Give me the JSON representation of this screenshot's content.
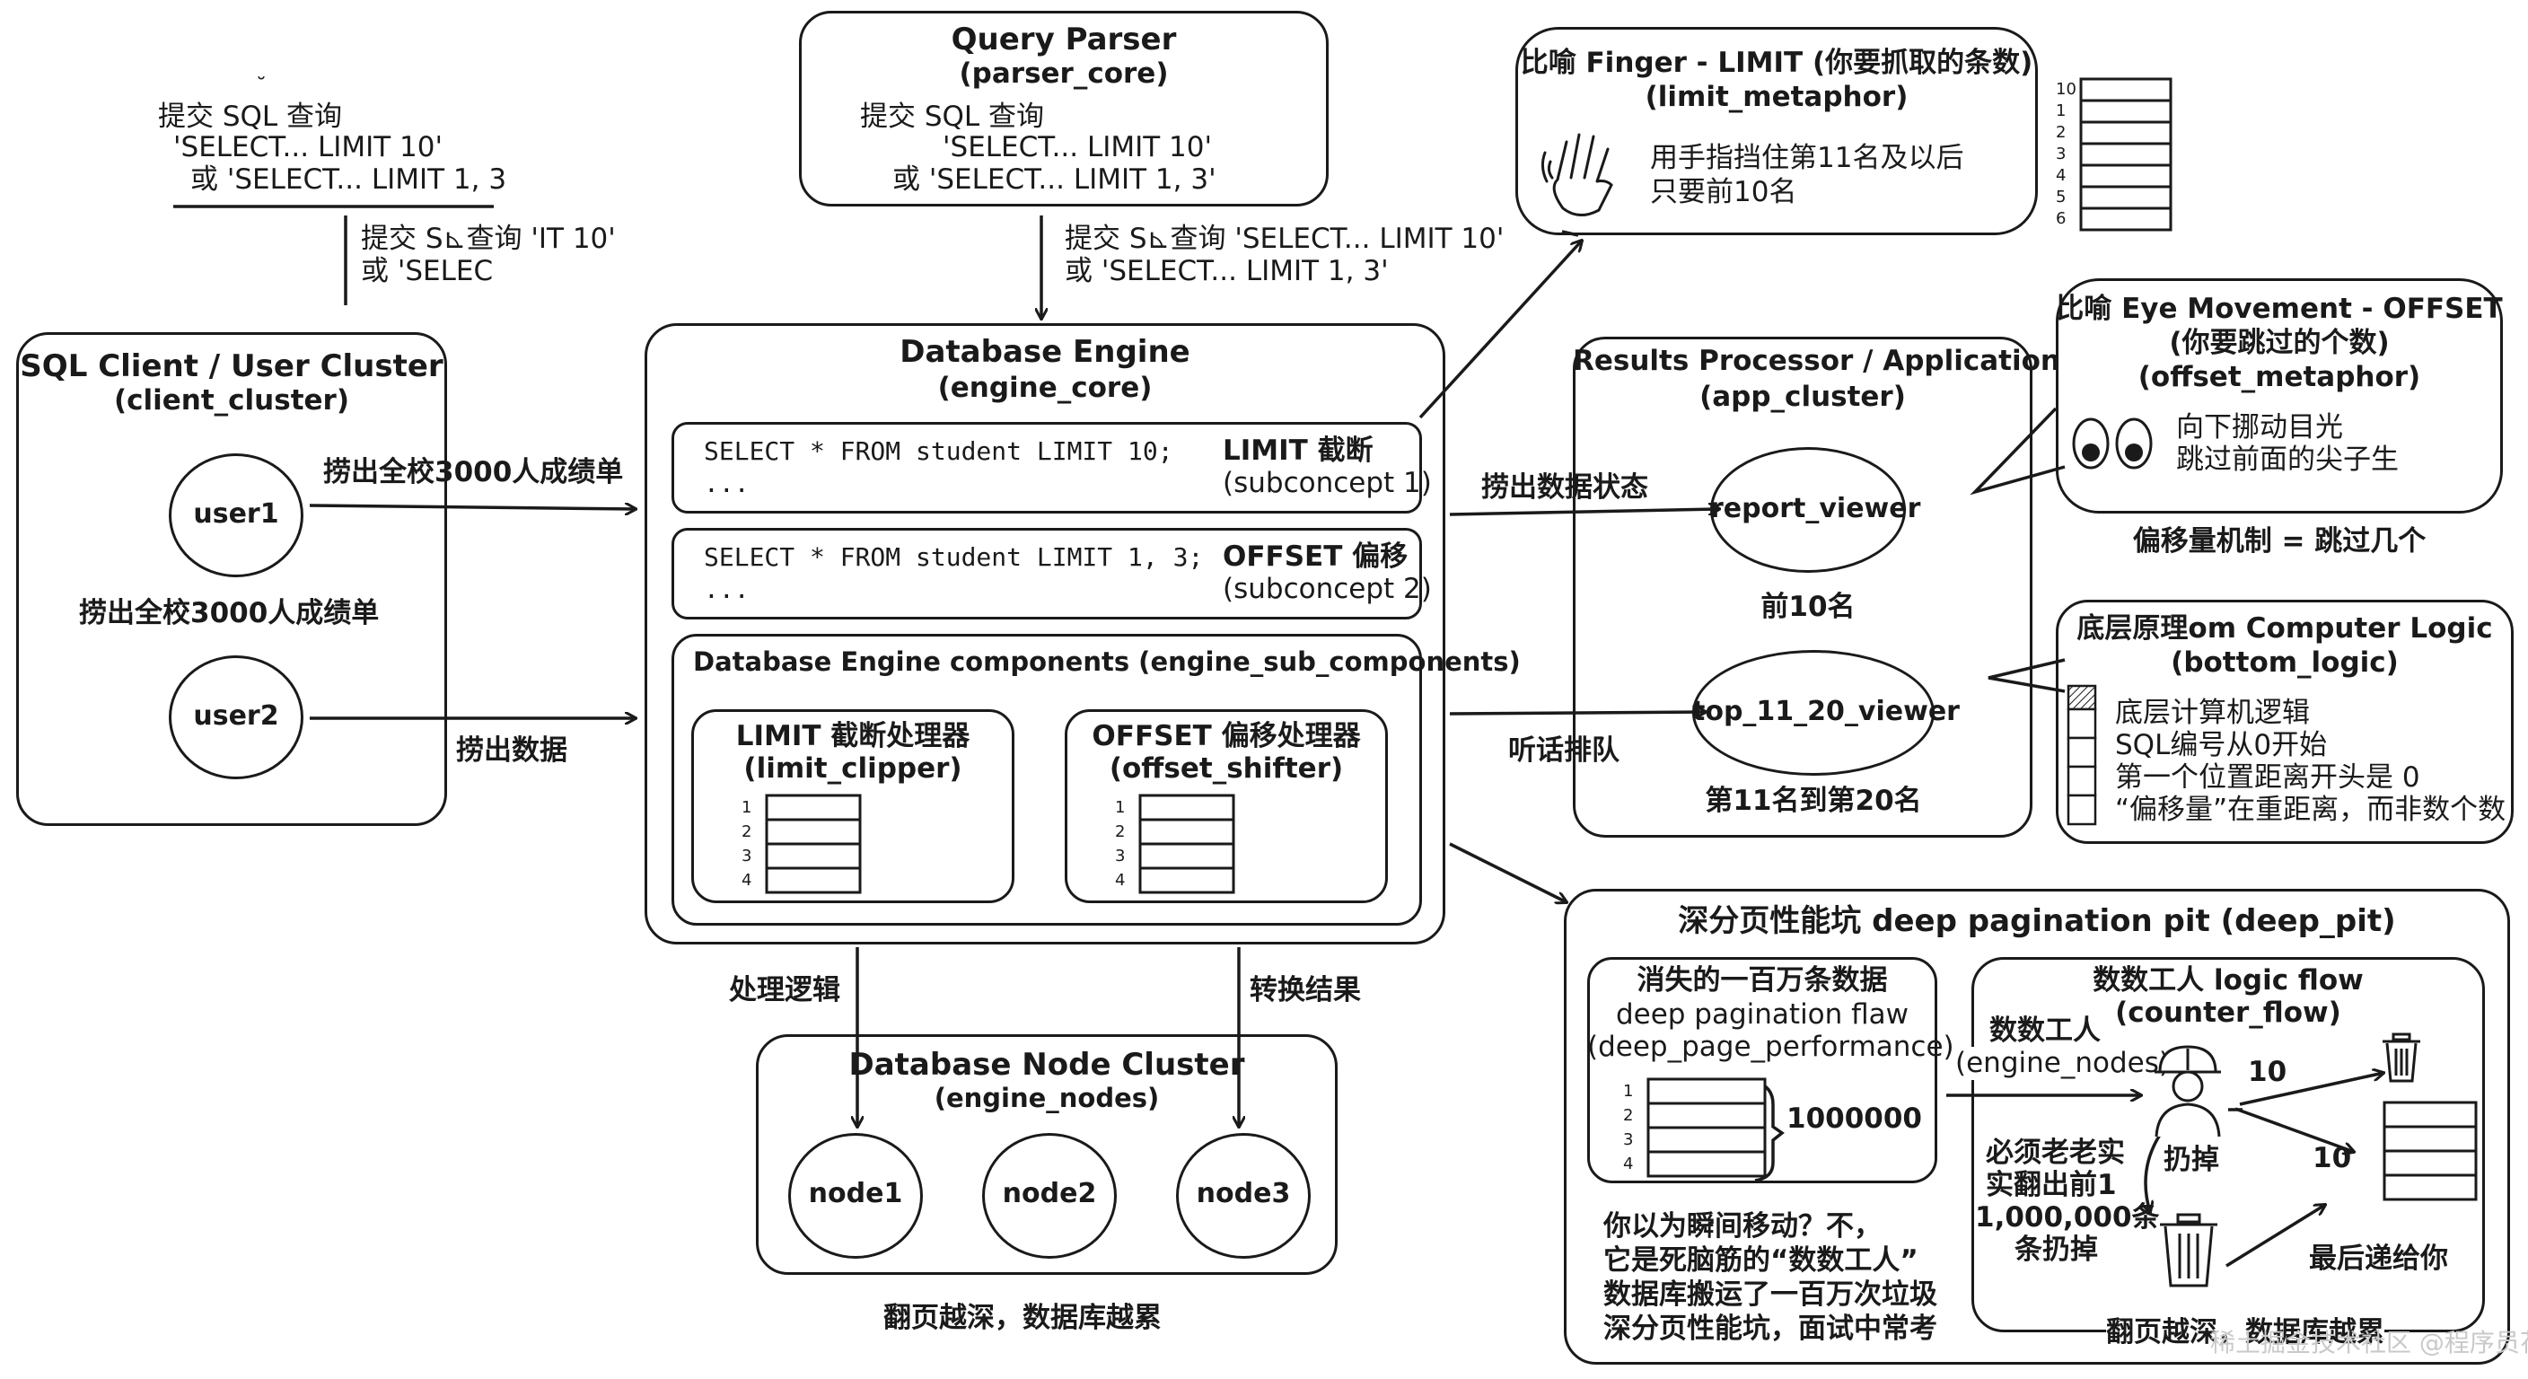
{
  "top_note": {
    "mark": "˘",
    "line1": "提交 SQL 查询",
    "line2": "'SELECT... LIMIT 10'",
    "line3": "或 'SELECT... LIMIT 1, 3",
    "trunc1": "提交 S⊾查询 'IT 10'",
    "trunc2": "或 'SELEC"
  },
  "query_parser": {
    "title": "Query Parser",
    "id": "(parser_core)",
    "line1": "提交 SQL 查询",
    "line2": "'SELECT... LIMIT 10'",
    "line3": "或 'SELECT... LIMIT 1, 3'"
  },
  "parser_arrow_label": {
    "line1": "提交 S⊾查询 'SELECT... LIMIT 10'",
    "line2": "或 'SELECT... LIMIT 1, 3'"
  },
  "client": {
    "title": "SQL Client / User Cluster",
    "id": "(client_cluster)",
    "user1": "user1",
    "user2": "user2",
    "caption": "捞出全校3000人成绩单",
    "edge1": "捞出全校3000人成绩单",
    "edge2": "捞出数据"
  },
  "engine": {
    "title": "Database Engine",
    "id": "(engine_core)",
    "sql1": "SELECT * FROM student LIMIT 10;",
    "sql1_more": "...",
    "sub1_name": "LIMIT 截断",
    "sub1_id": "(subconcept 1)",
    "sql2": "SELECT * FROM student LIMIT 1, 3;",
    "sql2_more": "...",
    "sub2_name": "OFFSET 偏移",
    "sub2_id": "(subconcept 2)",
    "components_title": "Database Engine components (engine_sub_components)",
    "limit_name": "LIMIT 截断处理器",
    "limit_id": "(limit_clipper)",
    "offset_name": "OFFSET 偏移处理器",
    "offset_id": "(offset_shifter)",
    "list_numbers": [
      "1",
      "2",
      "3",
      "4"
    ]
  },
  "edges": {
    "process_logic": "处理逻辑",
    "convert_result": "转换结果",
    "fetch_state": "捞出数据状态",
    "obey_queue": "听话排队"
  },
  "nodes": {
    "title": "Database Node Cluster",
    "id": "(engine_nodes)",
    "node1": "node1",
    "node2": "node2",
    "node3": "node3",
    "caption": "翻页越深，数据库越累"
  },
  "finger": {
    "title": "比喻 Finger - LIMIT (你要抓取的条数)",
    "id": "(limit_metaphor)",
    "line1": "用手指挡住第11名及以后",
    "line2": "只要前10名",
    "list_numbers": [
      "10",
      "1",
      "2",
      "3",
      "4",
      "5",
      "6"
    ]
  },
  "results": {
    "title": "Results Processor / Application",
    "id": "(app_cluster)",
    "report": "report_viewer",
    "report_caption": "前10名",
    "top": "top_11_20_viewer",
    "top_caption": "第11名到第20名"
  },
  "eye": {
    "title": "比喻 Eye Movement - OFFSET",
    "line2": "(你要跳过的个数)",
    "id": "(offset_metaphor)",
    "line3": "向下挪动目光",
    "line4": "跳过前面的尖子生",
    "caption": "偏移量机制 = 跳过几个"
  },
  "bottom": {
    "title": "底层原理om Computer Logic",
    "id": "(bottom_logic)",
    "line1": "底层计算机逻辑",
    "line2": "SQL编号从0开始",
    "line3": "第一个位置距离开头是 0",
    "line4": "“偏移量”在重距离，而非数个数"
  },
  "deep": {
    "title": "深分页性能坑 deep pagination pit (deep_pit)",
    "flaw_title": "消失的一百万条数据",
    "flaw_name": "deep pagination flaw",
    "flaw_id": "(deep_page_performance)",
    "million": "1000000",
    "list_numbers": [
      "1",
      "2",
      "3",
      "4"
    ],
    "note1": "你以为瞬间移动？不，",
    "note2": "它是死脑筋的“数数工人”",
    "note3": "数据库搬运了一百万次垃圾",
    "note4": "深分页性能坑，面试中常考",
    "flow_title": "数数工人 logic flow",
    "flow_id": "(counter_flow)",
    "worker": "数数工人",
    "worker_id": "(engine_nodes)",
    "ten_top": "10",
    "ten_mid": "10",
    "discard": "扔掉",
    "must1": "必须老老实",
    "must2": "实翻出前1",
    "must3": "1,000,000条",
    "must4": "条扔掉",
    "final": "最后递给你",
    "caption": "翻页越深，数据库越累"
  },
  "watermark": "稀土掘金技术社区 @程序员花萍雨"
}
